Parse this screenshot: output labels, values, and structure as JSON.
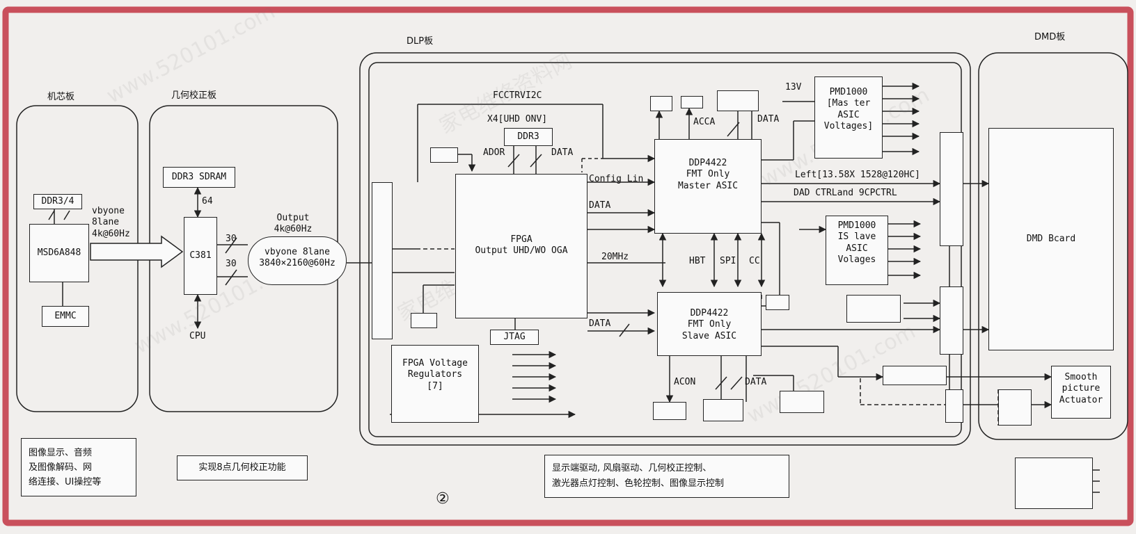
{
  "colors": {
    "frame": "#c9505c",
    "line": "#222222",
    "bg": "#f1efed"
  },
  "boards": {
    "core": "机芯板",
    "geo": "几何校正板",
    "dlp": "DLP板",
    "dmd": "DMD板"
  },
  "core": {
    "ddr": "DDR3/4",
    "soc": "MSD6A848",
    "emmc": "EMMC",
    "vby_lines": [
      "vbyone",
      "8lane",
      "4k@60Hz"
    ],
    "desc_lines": [
      "图像显示、音频",
      "及图像解码、网",
      "络连接、UI操控等"
    ]
  },
  "geo": {
    "ddr": "DDR3 SDRAM",
    "bus64": "64",
    "chip": "C381",
    "cpu": "CPU",
    "bus30a": "30",
    "bus30b": "30",
    "out_lines": [
      "Output",
      "4k@60Hz"
    ],
    "vby_lines": [
      "vbyone 8lane",
      "3840×2160@60Hz"
    ],
    "desc": "实现8点几何校正功能"
  },
  "dlp": {
    "fcctrl": "FCCTRVI2C",
    "x4": "X4[UHD ONV]",
    "ddr3": "DDR3",
    "ador": "ADOR",
    "data1": "DATA",
    "fpga_lines": [
      "FPGA",
      "Output UHD/WO OGA"
    ],
    "config": "Config Lin",
    "data2": "DATA",
    "mhz": "20MHz",
    "data3": "DATA",
    "jtag": "JTAG",
    "fpga_vreg_lines": [
      "FPGA Voltage",
      "Regulators",
      "[7]"
    ],
    "master_lines": [
      "DDP4422",
      "FMT Only",
      "Master ASIC"
    ],
    "slave_lines": [
      "DDP4422",
      "FMT Only",
      "Slave ASIC"
    ],
    "hbt": "HBT",
    "spi": "SPI",
    "cc": "CC",
    "acca": "ACCA",
    "data4": "DATA",
    "acon": "ACON",
    "data5": "DATA",
    "v13": "13V",
    "pmd_m_lines": [
      "PMD1000",
      "[Mas ter",
      "ASIC",
      "Voltages]"
    ],
    "pmd_s_lines": [
      "PMD1000",
      "IS lave",
      "ASIC",
      "Volages"
    ],
    "left": "Left[13.58X 1528@120HC]",
    "dad": "DAD CTRLand 9CPCTRL",
    "desc_lines": [
      "显示端驱动, 风扇驱动、几何校正控制、",
      "激光器点灯控制、色轮控制、图像显示控制"
    ],
    "page": "②"
  },
  "dmd": {
    "board": "DMD Bcard",
    "act_lines": [
      "Smooth",
      "picture",
      "Actuator"
    ]
  }
}
